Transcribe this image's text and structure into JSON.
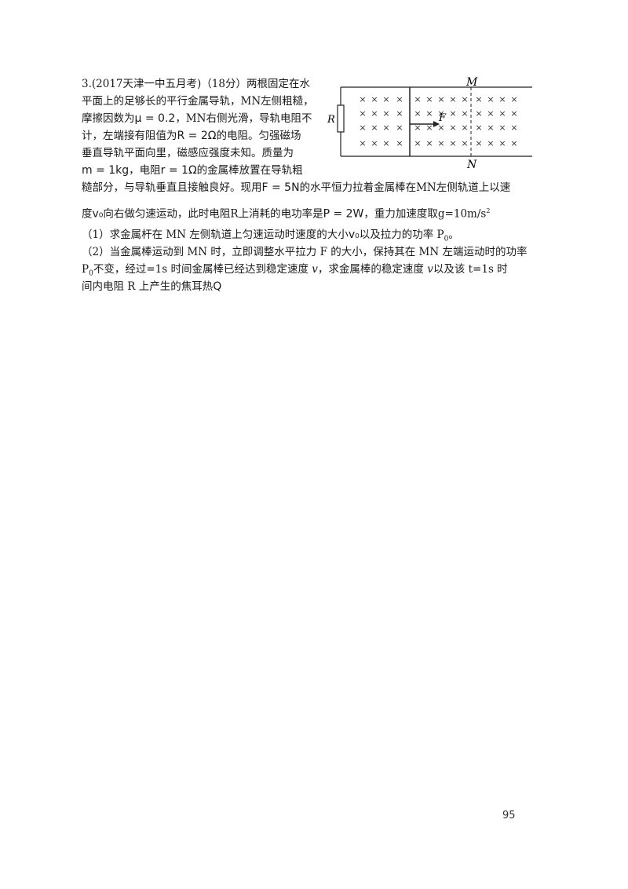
{
  "problem": {
    "number": "3.",
    "source": "(2017天津一中五月考)（18分）",
    "lines": [
      "两根固定在水",
      "平面上的足够长的平行金属导轨，MN左侧粗糙，",
      "摩擦因数为",
      "，MN右侧光滑，导轨电阻不",
      "计，左端接有阻值为",
      "的电阻。匀强磁场",
      "垂直导轨平面向里，磁感应强度未知。质量为",
      "，电阻",
      "的金属棒放置在导轨粗",
      "糙部分，与导轨垂直且接触良好。现用",
      "的水平恒力拉着金属棒在MN左侧轨道上以速",
      "度",
      "向右做匀速运动，此时电阻R上消耗的电功率是",
      "，重力加速度取g=10m/s",
      "2"
    ],
    "formulas": {
      "mu": "μ = 0.2",
      "R": "R = 2Ω",
      "m": "m = 1kg",
      "r": "r = 1Ω",
      "F": "F = 5N",
      "v0": "v₀",
      "P": "P = 2W"
    },
    "questions": [
      "（1）求金属杆在 MN 左侧轨道上匀速运动时速度的大小",
      "以及拉力的功率 P",
      "。",
      "（2）当金属棒运动到 MN 时，立即调整水平拉力 F 的大小，保持其在 MN 左端运动时的功率",
      "P",
      "不变，经过=1s 时间金属棒已经达到稳定速度 ",
      "v",
      "，求金属棒的稳定速度 ",
      "以及该 t=1s 时",
      "间内电阻 R 上产生的焦耳热",
      "Q",
      "v₀",
      "0"
    ]
  },
  "figure": {
    "label_R": "R",
    "label_M": "M",
    "label_N": "N",
    "label_F": "F",
    "field_symbol": "×"
  },
  "page_number": "95"
}
